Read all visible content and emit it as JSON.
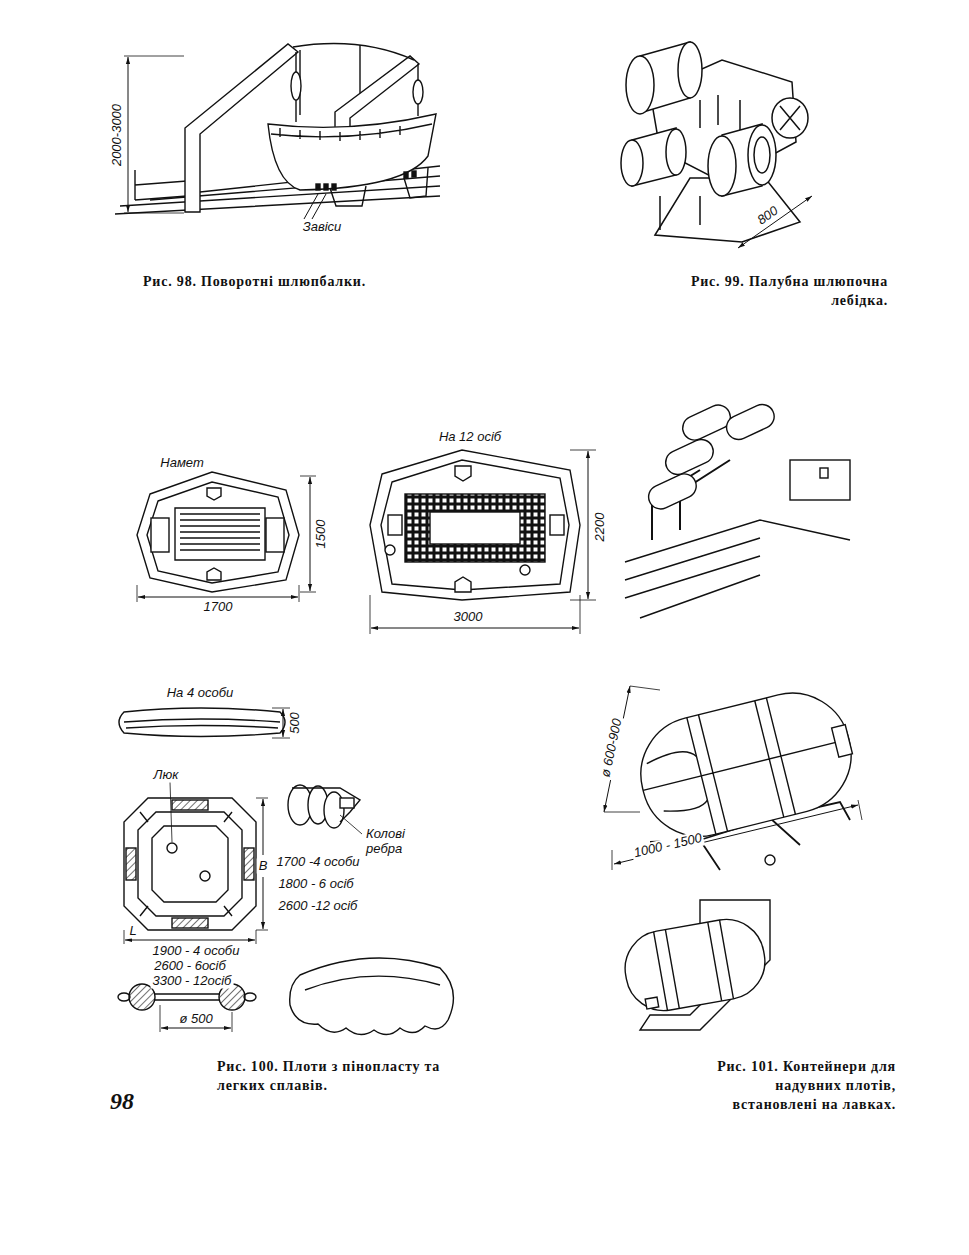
{
  "diagram": {
    "labels": [
      "2000-3000",
      "Завіси",
      "Рис. 98. Поворотні шлюпбалки.",
      "800",
      "Рис. 99. Палубна шлюпочна лебідка.",
      "Намет",
      "1500",
      "1700",
      "На 12 осіб",
      "2200",
      "3000",
      "На 4 особи",
      "500",
      "Люк",
      "В",
      "1700 -4 особи",
      "1800 - 6 осіб",
      "2600 -12 осіб",
      "L",
      "1900 - 4 особи",
      "2600 - 6осіб",
      "3300 - 12осіб",
      "Колові ребра",
      "ø 500",
      "Рис. 100. Плоти з пінопласту та легких сплавів.",
      "ø 600-900",
      "1000 - 1500",
      "Рис. 101. Контейнери для надувних плотів, встановлені на лавках.",
      "98"
    ]
  }
}
